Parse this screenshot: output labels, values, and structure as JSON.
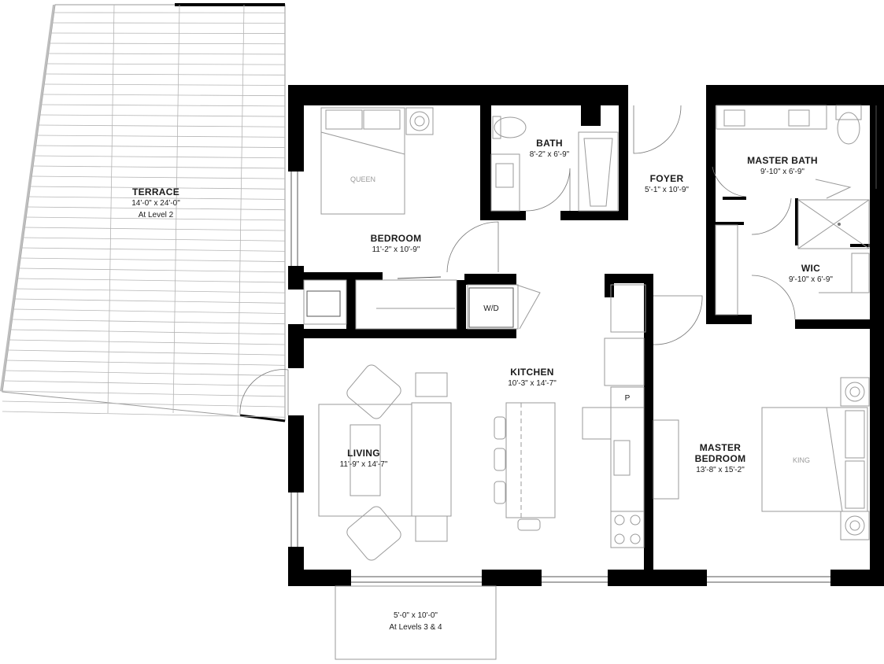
{
  "rooms": {
    "terrace": {
      "name": "TERRACE",
      "dims": "14'-0\" x 24'-0\"",
      "note": "At Level 2"
    },
    "bedroom": {
      "name": "BEDROOM",
      "dims": "11'-2\" x 10'-9\""
    },
    "bath": {
      "name": "BATH",
      "dims": "8'-2\" x 6'-9\""
    },
    "foyer": {
      "name": "FOYER",
      "dims": "5'-1\" x 10'-9\""
    },
    "master_bath": {
      "name": "MASTER BATH",
      "dims": "9'-10\" x 6'-9\""
    },
    "wic": {
      "name": "WIC",
      "dims": "9'-10\" x 6'-9\""
    },
    "kitchen": {
      "name": "KITCHEN",
      "dims": "10'-3\" x 14'-7\""
    },
    "living": {
      "name": "LIVING",
      "dims": "11'-9\" x 14'-7\""
    },
    "master_bedroom": {
      "name_line1": "MASTER",
      "name_line2": "BEDROOM",
      "dims": "13'-8\" x 15'-2\""
    },
    "balcony": {
      "dims": "5'-0\" x 10'-0\"",
      "note": "At Levels 3 & 4"
    }
  },
  "fixtures": {
    "queen_bed": "QUEEN",
    "king_bed": "KING",
    "washer_dryer": "W/D",
    "pantry": "P"
  }
}
